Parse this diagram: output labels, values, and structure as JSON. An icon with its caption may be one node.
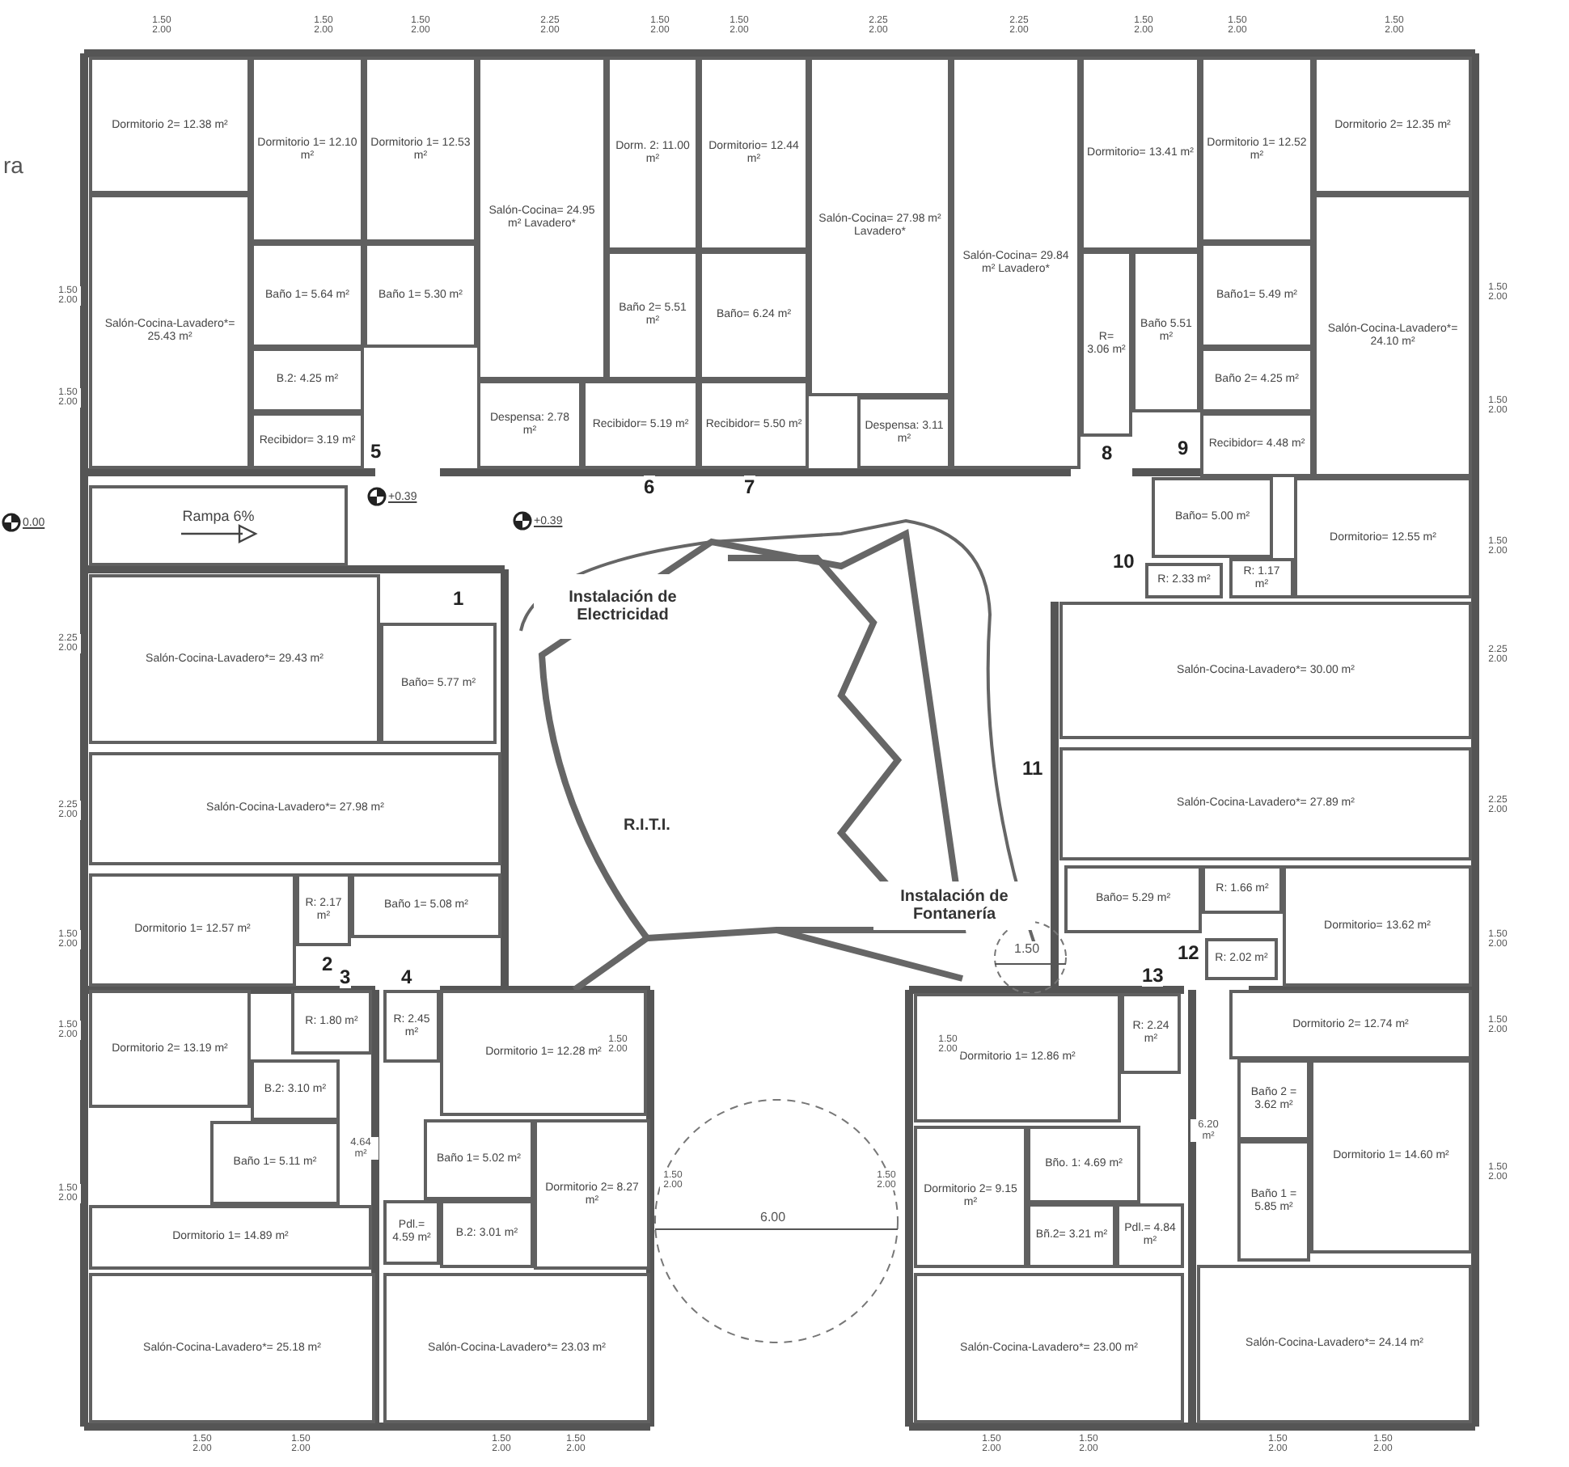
{
  "diagram": {
    "nodes": [
      {
        "text": [
          "Dormitorio 2= 12.38 m²"
        ]
      },
      {
        "text": [
          "Dormitorio 1= 12.10 m²"
        ]
      },
      {
        "text": [
          "Salón-Cocina-Lavadero*= 25.43 m²"
        ]
      },
      {
        "text": [
          "Baño 1= 5.64 m²"
        ]
      },
      {
        "text": [
          "B.2: 4.25 m²"
        ]
      },
      {
        "text": [
          "Recibidor= 3.19 m²"
        ]
      },
      {
        "text": [
          "Dormitorio 1= 12.53 m²"
        ]
      },
      {
        "text": [
          "Baño 1= 5.30 m²"
        ]
      },
      {
        "text": [
          "Salón-Cocina= 24.95 m² Lavadero*"
        ]
      },
      {
        "text": [
          "Despensa: 2.78 m²"
        ]
      },
      {
        "text": [
          "Dorm. 2: 11.00 m²"
        ]
      },
      {
        "text": [
          "Baño 2= 5.51 m²"
        ]
      },
      {
        "text": [
          "Recibidor= 5.19 m²"
        ]
      },
      {
        "text": [
          "Dormitorio= 12.44 m²"
        ]
      },
      {
        "text": [
          "Baño= 6.24 m²"
        ]
      },
      {
        "text": [
          "Recibidor= 5.50 m²"
        ]
      },
      {
        "text": [
          "Salón-Cocina= 27.98 m² Lavadero*"
        ]
      },
      {
        "text": [
          "Despensa: 3.11 m²"
        ]
      },
      {
        "text": [
          "Salón-Cocina= 29.84 m² Lavadero*"
        ]
      },
      {
        "text": [
          "Dormitorio= 13.41 m²"
        ]
      },
      {
        "text": [
          "R= 3.06 m²"
        ]
      },
      {
        "text": [
          "Baño 5.51 m²"
        ]
      },
      {
        "text": [
          "Dormitorio 1= 12.52 m²"
        ]
      },
      {
        "text": [
          "Dormitorio 2= 12.35 m²"
        ]
      },
      {
        "text": [
          "Baño1= 5.49 m²"
        ]
      },
      {
        "text": [
          "Baño 2= 4.25 m²"
        ]
      },
      {
        "text": [
          "Recibidor= 4.48 m²"
        ]
      },
      {
        "text": [
          "Salón-Cocina-Lavadero*= 24.10 m²"
        ]
      },
      {
        "text": [
          "Rampa 6%"
        ]
      },
      {
        "text": [
          "Salón-Cocina-Lavadero*= 29.43 m²"
        ]
      },
      {
        "text": [
          "Baño= 5.77 m²"
        ]
      },
      {
        "text": [
          "Salón-Cocina-Lavadero*= 27.98 m²"
        ]
      },
      {
        "text": [
          "Dormitorio 1= 12.57 m²"
        ]
      },
      {
        "text": [
          "R: 2.17 m²"
        ]
      },
      {
        "text": [
          "Baño 1= 5.08 m²"
        ]
      },
      {
        "text": [
          "Instalación de Electricidad"
        ]
      },
      {
        "text": [
          "R.I.T.I."
        ]
      },
      {
        "text": [
          "Instalación de Fontanería"
        ]
      },
      {
        "text": [
          "Baño= 5.00 m²"
        ]
      },
      {
        "text": [
          "R: 2.33 m²"
        ]
      },
      {
        "text": [
          "R: 1.17 m²"
        ]
      },
      {
        "text": [
          "Dormitorio= 12.55 m²"
        ]
      },
      {
        "text": [
          "Salón-Cocina-Lavadero*= 30.00 m²"
        ]
      },
      {
        "text": [
          "Salón-Cocina-Lavadero*= 27.89 m²"
        ]
      },
      {
        "text": [
          "Baño= 5.29 m²"
        ]
      },
      {
        "text": [
          "R: 1.66 m²"
        ]
      },
      {
        "text": [
          "Dormitorio= 13.62 m²"
        ]
      },
      {
        "text": [
          "R: 2.02 m²"
        ]
      },
      {
        "text": [
          "Dormitorio 2= 13.19 m²"
        ]
      },
      {
        "text": [
          "R: 1.80 m²"
        ]
      },
      {
        "text": [
          "B.2: 3.10 m²"
        ]
      },
      {
        "text": [
          "Baño 1= 5.11 m²"
        ]
      },
      {
        "text": [
          "Dormitorio 1= 14.89 m²"
        ]
      },
      {
        "text": [
          "Salón-Cocina-Lavadero*= 25.18 m²"
        ]
      },
      {
        "text": [
          "R: 2.45 m²"
        ]
      },
      {
        "text": [
          "Dormitorio 1= 12.28 m²"
        ]
      },
      {
        "text": [
          "Baño 1= 5.02 m²"
        ]
      },
      {
        "text": [
          "Pdl.= 4.59 m²"
        ]
      },
      {
        "text": [
          "B.2: 3.01 m²"
        ]
      },
      {
        "text": [
          "Dormitorio 2= 8.27 m²"
        ]
      },
      {
        "text": [
          "Salón-Cocina-Lavadero*= 23.03 m²"
        ]
      },
      {
        "text": [
          "Dormitorio 1= 12.86 m²"
        ]
      },
      {
        "text": [
          "R: 2.24 m²"
        ]
      },
      {
        "text": [
          "Dormitorio 2= 9.15 m²"
        ]
      },
      {
        "text": [
          "Bño. 1: 4.69 m²"
        ]
      },
      {
        "text": [
          "Bñ.2= 3.21 m²"
        ]
      },
      {
        "text": [
          "Pdl.= 4.84 m²"
        ]
      },
      {
        "text": [
          "Salón-Cocina-Lavadero*= 23.00 m²"
        ]
      },
      {
        "text": [
          "Dormitorio 2= 12.74 m²"
        ]
      },
      {
        "text": [
          "Baño 2 = 3.62 m²"
        ]
      },
      {
        "text": [
          "Dormitorio 1= 14.60 m²"
        ]
      },
      {
        "text": [
          "Baño 1 = 5.85 m²"
        ]
      },
      {
        "text": [
          "Salón-Cocina-Lavadero*= 24.14 m²"
        ]
      }
    ],
    "labels": [
      "ra",
      "1.50 2.00",
      "1.50 2.00",
      "1.50 2.00",
      "2.25 2.00",
      "1.50 2.00",
      "1.50 2.00",
      "2.25 2.00",
      "2.25 2.00",
      "1.50 2.00",
      "1.50 2.00",
      "1.50 2.00",
      "1.50 2.00",
      "1.50 2.00",
      "2.25 2.00",
      "2.25 2.00",
      "1.50 2.00",
      "1.50 2.00",
      "1.50 2.00",
      "1.50 2.00",
      "1.50 2.00",
      "1.50 2.00",
      "2.25 2.00",
      "2.25 2.00",
      "1.50 2.00",
      "1.50 2.00",
      "1.50 2.00",
      "1.50 2.00",
      "1.50 2.00",
      "1.50 2.00",
      "1.50 2.00",
      "1.50 2.00",
      "1.50 2.00",
      "1.50 2.00",
      "1.50 2.00",
      "1.50 2.00",
      "1.50 2.00",
      "1.50 2.00",
      "1.50 2.00",
      "1",
      "2",
      "3",
      "4",
      "5",
      "6",
      "7",
      "8",
      "9",
      "10",
      "11",
      "12",
      "13",
      "0.00",
      "+0.39",
      "+0.39",
      "6.00",
      "1.50",
      "6.20 m²",
      "4.64 m²"
    ]
  }
}
